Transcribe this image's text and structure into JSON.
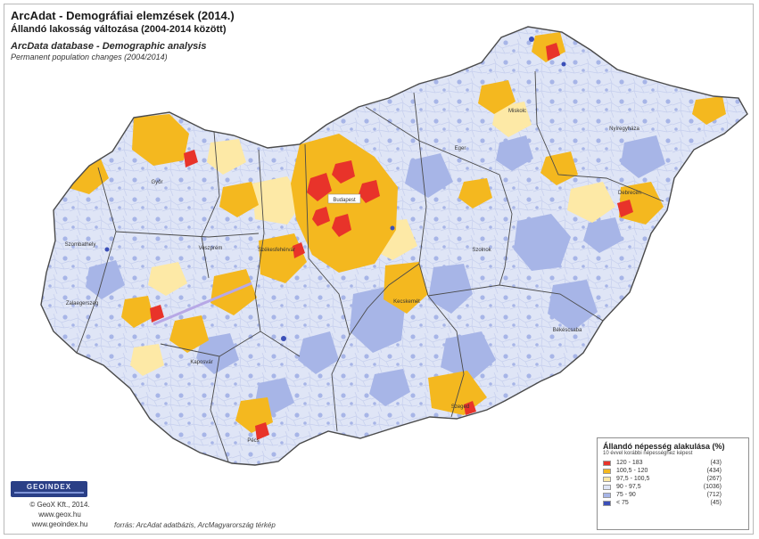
{
  "title": {
    "hu_main": "ArcAdat - Demográfiai elemzések (2014.)",
    "hu_sub": "Állandó lakosság változása (2004-2014 között)",
    "en_main": "ArcData database - Demographic analysis",
    "en_sub": "Permanent population changes (2004/2014)"
  },
  "legend": {
    "title": "Állandó népesség alakulása (%)",
    "subtitle": "10 évvel korábbi népességhez képest",
    "items": [
      {
        "range": "120  -  183",
        "count": "(43)",
        "color": "#e8332a"
      },
      {
        "range": "100,5 - 120",
        "count": "(434)",
        "color": "#f4b81f"
      },
      {
        "range": "97,5 - 100,5",
        "count": "(267)",
        "color": "#fde9a6"
      },
      {
        "range": "90  -  97,5",
        "count": "(1036)",
        "color": "#dfe5f6"
      },
      {
        "range": "75  -  90",
        "count": "(712)",
        "color": "#a7b5e7"
      },
      {
        "range": "< 75",
        "count": "(45)",
        "color": "#3b4fb8"
      }
    ]
  },
  "logo": {
    "text": "GEOINDEX"
  },
  "credits": {
    "line1": "© GeoX Kft., 2014.",
    "line2": "www.geox.hu",
    "line3": "www.geoindex.hu"
  },
  "source": "forrás: ArcAdat adatbázis, ArcMagyarország térkép",
  "map_labels": {
    "capital": "Budapest",
    "debrecen": "Debrecen",
    "miskolc": "Miskolc",
    "gyor": "Győr",
    "kecskemet": "Kecskemét",
    "szeged": "Szeged",
    "pecs": "Pécs",
    "szombathely": "Szombathely",
    "nyiregyhaza": "Nyíregyháza",
    "eger": "Eger",
    "szekesfehervar": "Székesfehérvár",
    "veszprem": "Veszprém",
    "zalaegerszeg": "Zalaegerszeg",
    "kaposvar": "Kaposvár",
    "szolnok": "Szolnok",
    "bekescsaba": "Békéscsaba"
  },
  "colors": {
    "high": "#e8332a",
    "mid_high": "#f4b81f",
    "stable": "#fde9a6",
    "mid_low": "#dfe5f6",
    "low": "#a7b5e7",
    "very_low": "#3b4fb8",
    "border": "#4a4a4a"
  }
}
